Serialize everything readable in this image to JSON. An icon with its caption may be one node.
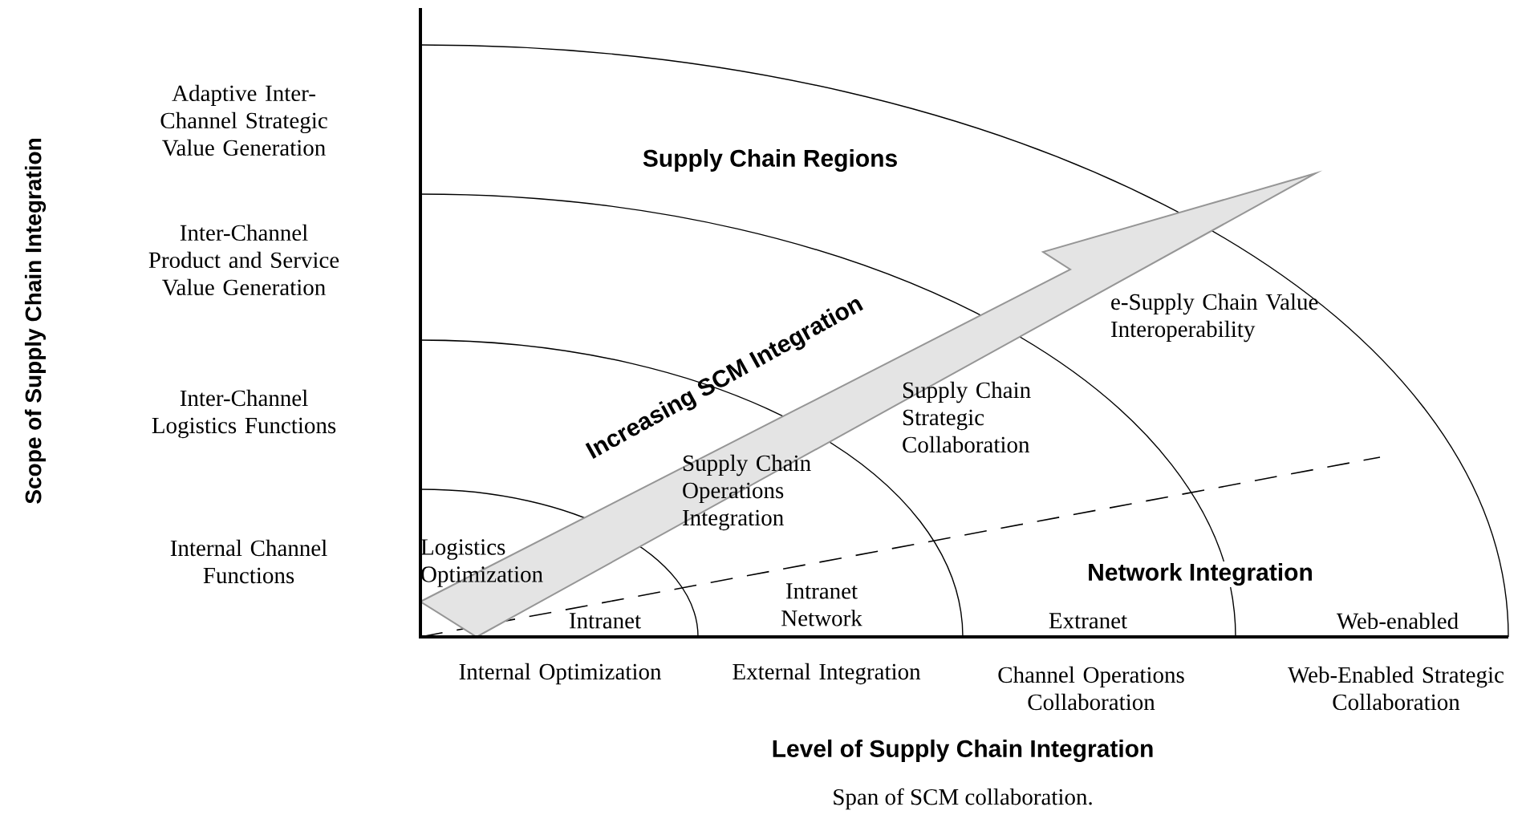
{
  "diagram": {
    "caption": "Span of SCM collaboration.",
    "labels": [
      "Adaptive Inter-Channel Strategic Value Generation",
      "Inter-Channel Product and Service Value Generation",
      "Inter-Channel Logistics Functions",
      "Internal Channel Functions",
      "Supply Chain Regions",
      "Increasing SCM Integration",
      "Logistics Optimization",
      "Supply Chain Operations Integration",
      "Supply Chain Strategic Collaboration",
      "e-Supply Chain Value Interoperability",
      "Network Integration",
      "Intranet",
      "Intranet Network",
      "Extranet",
      "Web-enabled",
      "Internal Optimization",
      "External Integration",
      "Channel Operations Collaboration",
      "Web-Enabled Strategic Collaboration",
      "Level of Supply Chain Integration",
      "Scope of Supply Chain Integration"
    ]
  }
}
